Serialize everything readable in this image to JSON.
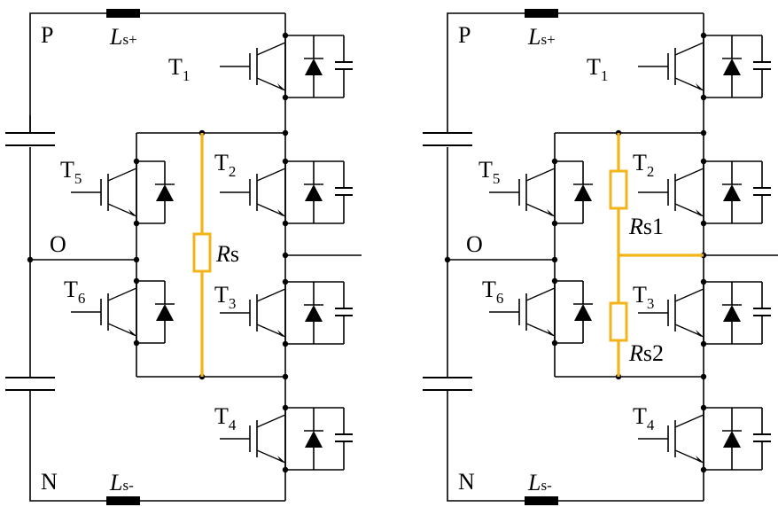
{
  "circuits": [
    {
      "node_p": "P",
      "node_n": "N",
      "node_o": "O",
      "ls_top": {
        "main": "L",
        "sub": "s+"
      },
      "ls_bottom": {
        "main": "L",
        "sub": "s-"
      },
      "t1": {
        "main": "T",
        "sub": "1"
      },
      "t2": {
        "main": "T",
        "sub": "2"
      },
      "t3": {
        "main": "T",
        "sub": "3"
      },
      "t4": {
        "main": "T",
        "sub": "4"
      },
      "t5": {
        "main": "T",
        "sub": "5"
      },
      "t6": {
        "main": "T",
        "sub": "6"
      },
      "r_top": {
        "main": "R",
        "rest": "s"
      }
    },
    {
      "node_p": "P",
      "node_n": "N",
      "node_o": "O",
      "ls_top": {
        "main": "L",
        "sub": "s+"
      },
      "ls_bottom": {
        "main": "L",
        "sub": "s-"
      },
      "t1": {
        "main": "T",
        "sub": "1"
      },
      "t2": {
        "main": "T",
        "sub": "2"
      },
      "t3": {
        "main": "T",
        "sub": "3"
      },
      "t4": {
        "main": "T",
        "sub": "4"
      },
      "t5": {
        "main": "T",
        "sub": "5"
      },
      "t6": {
        "main": "T",
        "sub": "6"
      },
      "r_top": {
        "main": "R",
        "rest": "s1"
      },
      "r_bottom": {
        "main": "R",
        "rest": "s2"
      }
    }
  ],
  "colors": {
    "wire": "#000000",
    "highlight": "#f2b418",
    "background": "#ffffff"
  }
}
